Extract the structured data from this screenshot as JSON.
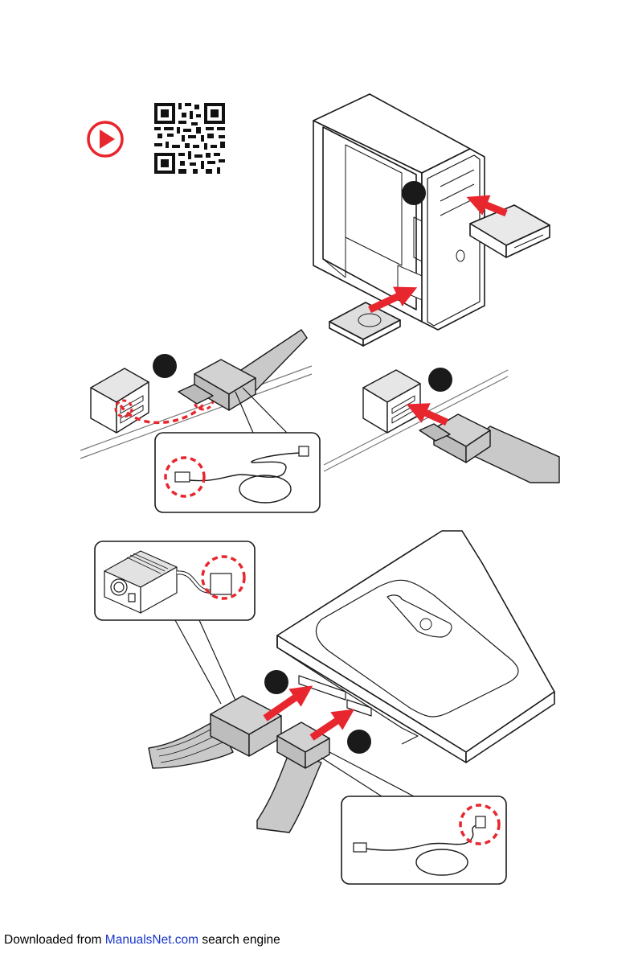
{
  "footer": {
    "prefix": "Downloaded from ",
    "link_text": "ManualsNet.com",
    "suffix": " search engine",
    "link_color": "#1a37c9"
  },
  "colors": {
    "accent_red": "#e8262e",
    "cable_gray": "#c9c9c9",
    "step_badge": "#1a1a1a",
    "outline": "#1a1a1a"
  },
  "icons": [
    "play-video-icon",
    "qr-code"
  ]
}
